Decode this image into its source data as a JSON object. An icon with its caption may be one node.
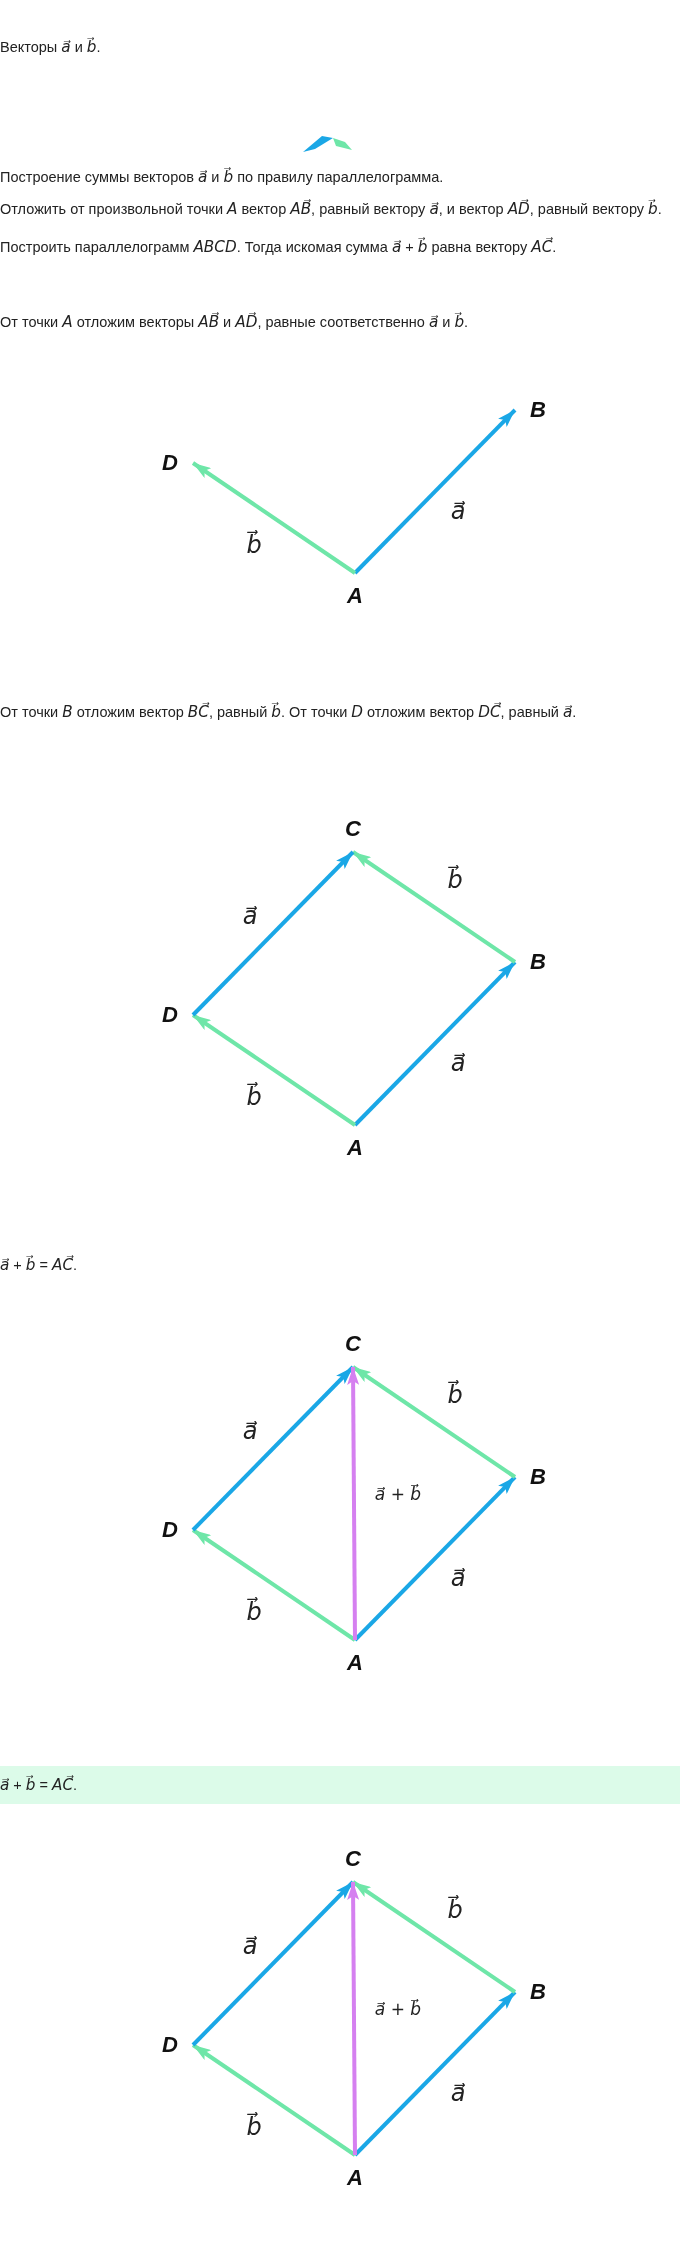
{
  "diagram": {
    "nodes": [
      {
        "text": [
          "B"
        ]
      },
      {
        "text": [
          "D"
        ]
      },
      {
        "text": [
          "A"
        ]
      },
      {
        "text": [
          "C"
        ]
      },
      {
        "text": [
          "B"
        ]
      },
      {
        "text": [
          "D"
        ]
      },
      {
        "text": [
          "A"
        ]
      },
      {
        "text": [
          "C"
        ]
      },
      {
        "text": [
          "B"
        ]
      },
      {
        "text": [
          "D"
        ]
      },
      {
        "text": [
          "A"
        ]
      },
      {
        "text": [
          "C"
        ]
      },
      {
        "text": [
          "B"
        ]
      },
      {
        "text": [
          "D"
        ]
      },
      {
        "text": [
          "A"
        ]
      }
    ],
    "edges": [
      {
        "from": 2,
        "to": 0,
        "arrow": "to",
        "label": "a⃗"
      },
      {
        "from": 2,
        "to": 1,
        "arrow": "to",
        "label": "b⃗",
        "color": "#6ee6a8"
      },
      {
        "from": 6,
        "to": 4,
        "arrow": "to",
        "label": "a⃗"
      },
      {
        "from": 6,
        "to": 5,
        "arrow": "to",
        "label": "b⃗",
        "color": "#6ee6a8"
      },
      {
        "from": 4,
        "to": 3,
        "arrow": "to",
        "label": "b⃗",
        "color": "#6ee6a8"
      },
      {
        "from": 5,
        "to": 3,
        "arrow": "to",
        "label": "a⃗"
      },
      {
        "from": 10,
        "to": 8,
        "arrow": "to",
        "label": "a⃗"
      },
      {
        "from": 10,
        "to": 9,
        "arrow": "to",
        "label": "b⃗",
        "color": "#6ee6a8"
      },
      {
        "from": 8,
        "to": 7,
        "arrow": "to",
        "label": "b⃗",
        "color": "#6ee6a8"
      },
      {
        "from": 9,
        "to": 7,
        "arrow": "to",
        "label": "a⃗"
      },
      {
        "from": 10,
        "to": 7,
        "arrow": "to",
        "label": "a⃗ + b⃗",
        "color": "#d580f0"
      },
      {
        "from": 14,
        "to": 12,
        "arrow": "to",
        "label": "a⃗"
      },
      {
        "from": 14,
        "to": 13,
        "arrow": "to",
        "label": "b⃗",
        "color": "#6ee6a8"
      },
      {
        "from": 12,
        "to": 11,
        "arrow": "to",
        "label": "b⃗",
        "color": "#6ee6a8"
      },
      {
        "from": 13,
        "to": 11,
        "arrow": "to",
        "label": "a⃗"
      },
      {
        "from": 14,
        "to": 11,
        "arrow": "to",
        "label": "a⃗ + b⃗",
        "color": "#d580f0"
      }
    ],
    "labels": [
      "Векторы *a⃗* и *b⃗*.",
      "Построение суммы векторов *a⃗* и *b⃗* по правилу параллелограмма.",
      "Отложить от произвольной точки *A* вектор *AB⃗*, равный вектору *a⃗*, и вектор *AD⃗*, равный вектору *b⃗*. Построить параллелограмм *ABCD*. Тогда искомая сумма *a⃗* + *b⃗* равна вектору *AC⃗*.",
      "От точки *A* отложим векторы *AB⃗* и *AD⃗*, равные соответственно *a⃗* и *b⃗*.",
      "От точки *B* отложим вектор *BC⃗*, равный *b⃗*. От точки *D* отложим вектор *DC⃗*, равный *a⃗*.",
      "*a⃗* + *b⃗* = *AC⃗*.",
      "*a⃗* + *b⃗* = *AC⃗*."
    ]
  }
}
